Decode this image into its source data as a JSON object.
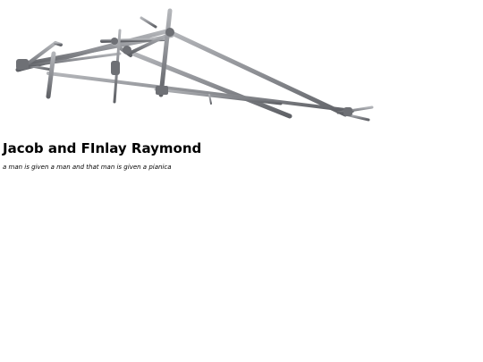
{
  "post": {
    "title": "Jacob and FInlay Raymond",
    "caption": "a man is given a man and that man is given a pianica"
  },
  "image": {
    "subject_icon": "metal-frame-sculpture-image"
  },
  "colors": {
    "background": "#ffffff",
    "text": "#000000",
    "metal": "#8d8f94",
    "metal_dark": "#5f6166",
    "metal_light": "#b4b6ba"
  }
}
